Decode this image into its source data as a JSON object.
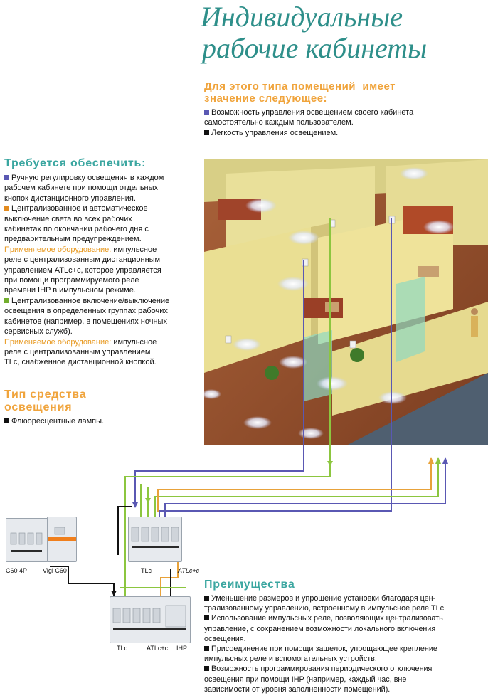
{
  "title": {
    "line1": "Индивидуальные",
    "line2": "рабочие кабинеты"
  },
  "room_type": {
    "heading_line1": "Для этого типа помещений  имеет",
    "heading_line2": "значение следующее:",
    "items": [
      {
        "line1": "Возможность управления освещением своего кабинета",
        "line2": "самостоятельно каждым пользователем."
      },
      {
        "line1": "Легкость управления освещением."
      }
    ]
  },
  "requirements": {
    "heading": "Требуется обеспечить:",
    "block1": [
      "Ручную регулировку освещения в каждом",
      "рабочем кабинете при помощи отдельных",
      "кнопок дистанционного управления."
    ],
    "block2": [
      "Централизованное и автоматическое",
      "выключение света во всех рабочих",
      "кабинетах по окончании рабочего дня с",
      "предварительным предупреждением."
    ],
    "equip_label": "Применяемое оборудование:",
    "block2_equip": [
      " импульсное",
      "реле с централизованным дистанционным",
      "управлением ATLc+c, которое управляется",
      "при помощи программируемого реле",
      "времени IHP в импульсном режиме."
    ],
    "block3": [
      "Централизованное включение/выключение",
      "освещения в определенных группах рабочих",
      "кабинетов (например, в помещениях ночных",
      "сервисных служб)."
    ],
    "block3_equip": [
      " импульсное",
      "реле с централизованным управлением",
      "TLc, снабженное дистанционной кнопкой."
    ]
  },
  "lighting": {
    "heading_line1": "Тип средства",
    "heading_line2": "освещения",
    "item": "Флюоресцентные лампы."
  },
  "devices": {
    "c60": "C60 4P",
    "vigi": "Vigi C60",
    "upper_tlc": "TLc",
    "upper_atlc": "ATLc+c",
    "lower_tlc": "TLc",
    "lower_atlc": "ATLc+c",
    "ihp": "IHP"
  },
  "advantages": {
    "heading": "Преимущества",
    "items": [
      [
        "Уменьшение размеров и упрощение установки благодаря цен-",
        "трализованному управлению, встроенному в импульсное реле TLc."
      ],
      [
        "Использование импульсных реле, позволяющих централизовать",
        "управление, с сохранением возможности локального включения",
        "освещения."
      ],
      [
        "Присоединение при помощи защелок, упрощающее крепление",
        "импульсных реле и вспомогательных устройств."
      ],
      [
        "Возможность программирования периодического отключения",
        "освещения при помощи IHP (например, каждый час, вне",
        "зависимости от уровня заполненности помещений)."
      ]
    ]
  },
  "colors": {
    "title": "#2e8f8a",
    "heading_orange": "#f0a43c",
    "heading_teal": "#3aa6a0",
    "wire_blue": "#5a58b3",
    "wire_green": "#8cc63f",
    "wire_orange": "#e8a23a",
    "wire_black": "#111111"
  }
}
